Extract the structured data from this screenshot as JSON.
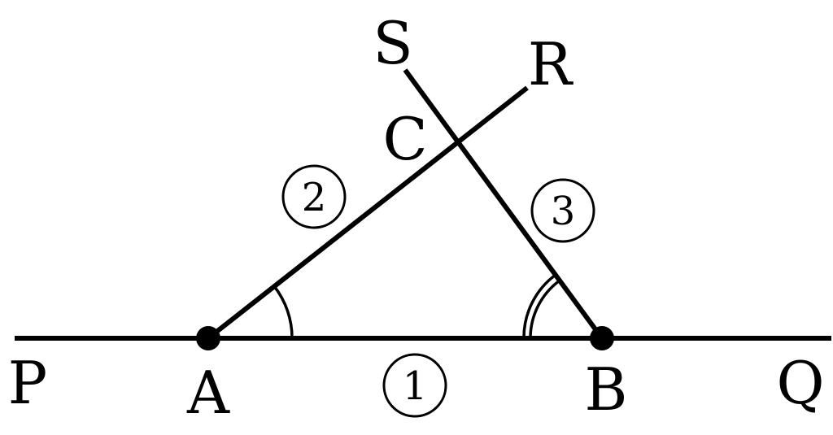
{
  "points": {
    "P": "P",
    "A": "A",
    "B": "B",
    "Q": "Q",
    "C": "C",
    "R": "R",
    "S": "S"
  },
  "markers": {
    "one": "1",
    "two": "2",
    "three": "3"
  }
}
